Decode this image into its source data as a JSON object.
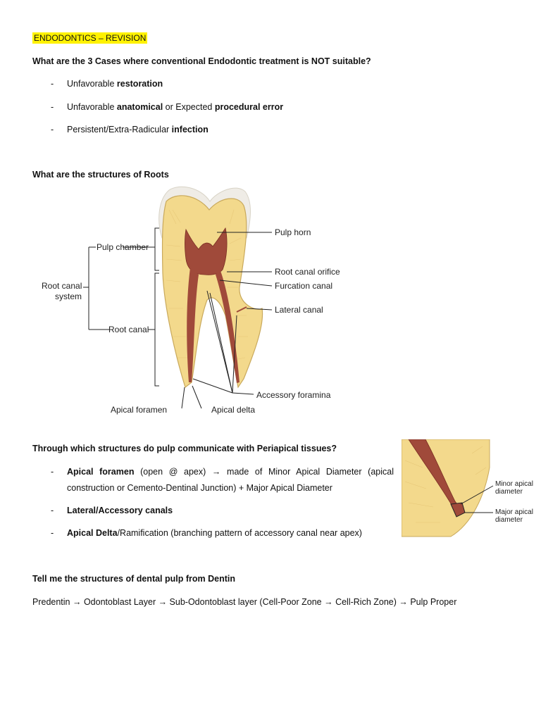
{
  "title": "ENDODONTICS – REVISION",
  "q1": {
    "question": "What are the 3 Cases where conventional Endodontic treatment is NOT suitable?",
    "items": [
      {
        "dash": "-",
        "plain": "Unfavorable ",
        "bold": "restoration"
      },
      {
        "dash": "-",
        "plain1": "Unfavorable ",
        "bold1": "anatomical",
        "plain2": " or Expected ",
        "bold2": "procedural error"
      },
      {
        "dash": "-",
        "plain": "Persistent/Extra-Radicular ",
        "bold": "infection"
      }
    ]
  },
  "q2": {
    "question": "What are the structures of Roots",
    "figure_labels": {
      "pulp_horn": "Pulp horn",
      "pulp_chamber": "Pulp chamber",
      "root_canal_orifice": "Root canal orifice",
      "root_canal_system_1": "Root canal",
      "root_canal_system_2": "system",
      "furcation_canal": "Furcation canal",
      "lateral_canal": "Lateral canal",
      "root_canal": "Root canal",
      "accessory_foramina": "Accessory foramina",
      "apical_foramen": "Apical foramen",
      "apical_delta": "Apical delta"
    }
  },
  "q3": {
    "question": "Through which structures do pulp communicate with Periapical tissues?",
    "items": [
      {
        "dash": "-",
        "bold": "Apical foramen",
        "line1": " (open @ apex) → made of Minor Apical Diameter (apical",
        "line2": "construction or Cemento-Dentinal Junction) + Major Apical Diameter"
      },
      {
        "dash": "-",
        "bold": "Lateral/Accessory canals"
      },
      {
        "dash": "-",
        "bold": "Apical Delta",
        "plain": "/Ramification (branching pattern of accessory canal near apex)"
      }
    ],
    "figure_labels": {
      "minor_1": "Minor apical",
      "minor_2": "diameter",
      "major_1": "Major apical",
      "major_2": "diameter"
    }
  },
  "q4": {
    "question": "Tell me the structures of dental pulp from Dentin",
    "answer": "Predentin → Odontoblast Layer → Sub-Odontoblast layer (Cell-Poor Zone → Cell-Rich Zone) → Pulp Proper"
  },
  "colors": {
    "highlight": "#fff200",
    "dentin": "#f3d98c",
    "pulp": "#a04a3a",
    "enamel": "#f1efe9"
  }
}
